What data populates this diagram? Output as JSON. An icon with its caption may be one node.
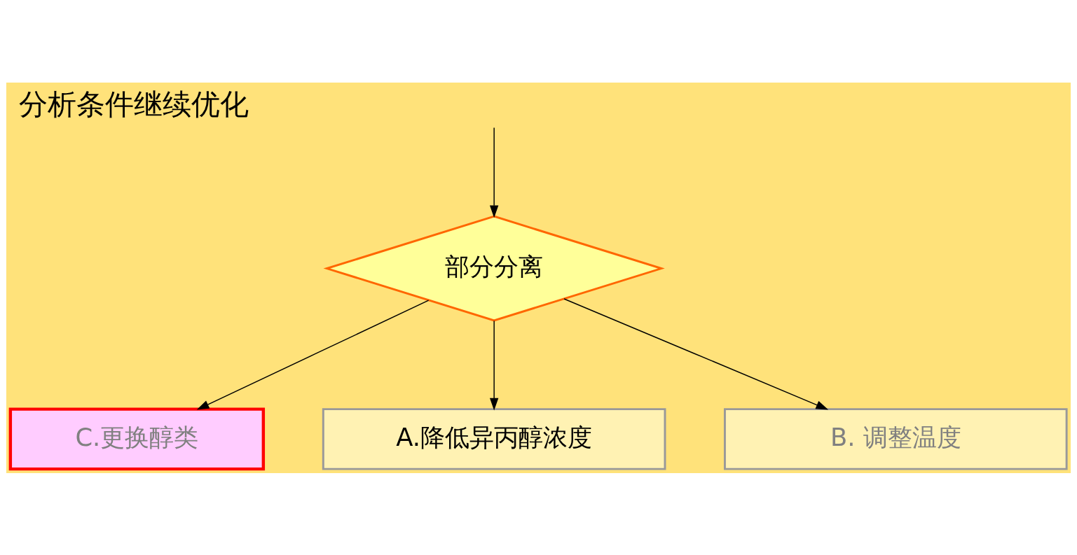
{
  "diagram": {
    "title": "分析条件继续优化",
    "nodes": [
      {
        "text": [
          "部分分离"
        ]
      },
      {
        "text": [
          "C.更换醇类"
        ]
      },
      {
        "text": [
          "A.降低异丙醇浓度"
        ]
      },
      {
        "text": [
          "B. 调整温度"
        ]
      }
    ],
    "edges": [
      {
        "from": null,
        "to": 0,
        "arrow": "to"
      },
      {
        "from": 0,
        "to": 1,
        "arrow": "to"
      },
      {
        "from": 0,
        "to": 2,
        "arrow": "to"
      },
      {
        "from": 0,
        "to": 3,
        "arrow": "to"
      }
    ]
  }
}
